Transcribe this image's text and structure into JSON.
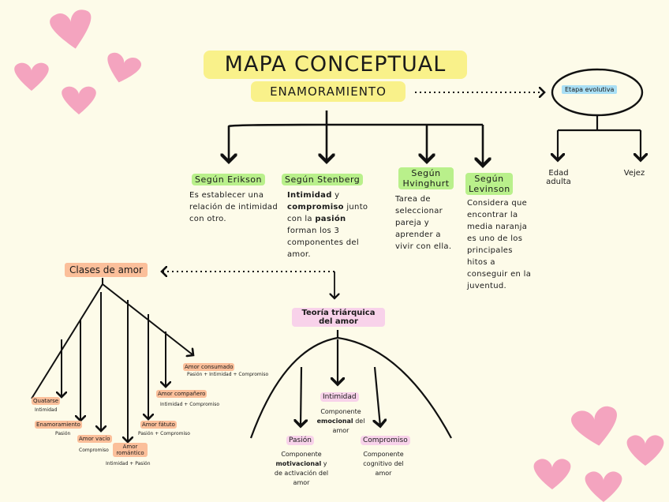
{
  "title": "MAPA CONCEPTUAL",
  "subtitle": "ENAMORAMIENTO",
  "etapa": {
    "label": "Etapa evolutiva",
    "children": [
      "Edad adulta",
      "Vejez"
    ]
  },
  "authors": [
    {
      "label": "Según Erikson",
      "text": "Es establecer una relación de intimidad con otro."
    },
    {
      "label": "Según Stenberg",
      "text_bold1": "Intimidad",
      "text1": " y ",
      "text_bold2": "compromiso",
      "text2": " junto con la ",
      "text_bold3": "pasión",
      "text3": " forman los 3 componentes del amor."
    },
    {
      "label": "Según Hvinghurt",
      "text": "Tarea de seleccionar pareja y aprender a vivir con ella."
    },
    {
      "label": "Según Levinson",
      "text": "Considera que encontrar la media naranja es uno de los principales hitos a conseguir en la juventud."
    }
  ],
  "clases": {
    "label": "Clases de amor",
    "items": [
      {
        "label": "Quatarse",
        "desc": "Intimidad"
      },
      {
        "label": "Enamoramiento",
        "desc": "Pasión"
      },
      {
        "label": "Amor vacío",
        "desc": "Compromiso"
      },
      {
        "label": "Amor romántico",
        "desc": "Intimidad + Pasión"
      },
      {
        "label": "Amor fátuto",
        "desc": "Pasión + Compromiso"
      },
      {
        "label": "Amor compañero",
        "desc": "Intimidad + Compromiso"
      },
      {
        "label": "Amor consumado",
        "desc": "Pasión + Intimidad + Compromiso"
      }
    ]
  },
  "teoria": {
    "label": "Teoría triárquica del amor",
    "components": [
      {
        "label": "Intimidad",
        "desc_pre": "Componente ",
        "desc_bold": "emocional",
        "desc_post": " del amor"
      },
      {
        "label": "Pasión",
        "desc_pre": "Componente ",
        "desc_bold": "motivacional",
        "desc_post": " y de activación del amor"
      },
      {
        "label": "Compromiso",
        "desc_pre": "Componente cognitivo del amor",
        "desc_bold": "",
        "desc_post": ""
      }
    ]
  },
  "colors": {
    "background": "#fdfbe9",
    "yellow": "#f9f18a",
    "green": "#b9f08b",
    "pink": "#f8d2ea",
    "orange": "#fbbf9a",
    "blue": "#a9dff5",
    "heart": "#f4a4bf"
  }
}
